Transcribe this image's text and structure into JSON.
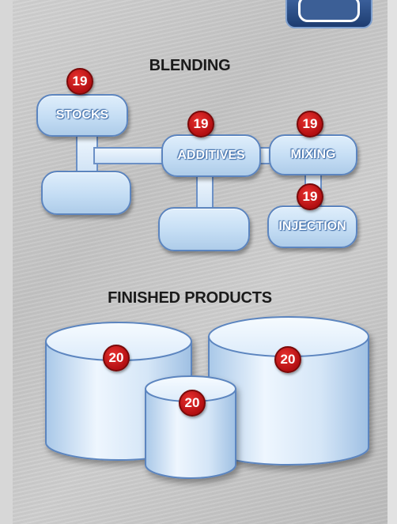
{
  "blending": {
    "title": "BLENDING",
    "stocks": {
      "label": "STOCKS",
      "badge": "19"
    },
    "additives": {
      "label": "ADDITIVES",
      "badge": "19"
    },
    "mixing": {
      "label": "MIXING",
      "badge": "19"
    },
    "injection": {
      "label": "INJECTION",
      "badge": "19"
    }
  },
  "finished_products": {
    "title": "FINISHED PRODUCTS",
    "tanks": [
      {
        "badge": "20"
      },
      {
        "badge": "20"
      },
      {
        "badge": "20"
      }
    ]
  },
  "colors": {
    "pill_fill": "#c4ddf4",
    "pill_border": "#5c85bf",
    "badge_red": "#c8191b",
    "nav_button": "#2a4c84"
  }
}
